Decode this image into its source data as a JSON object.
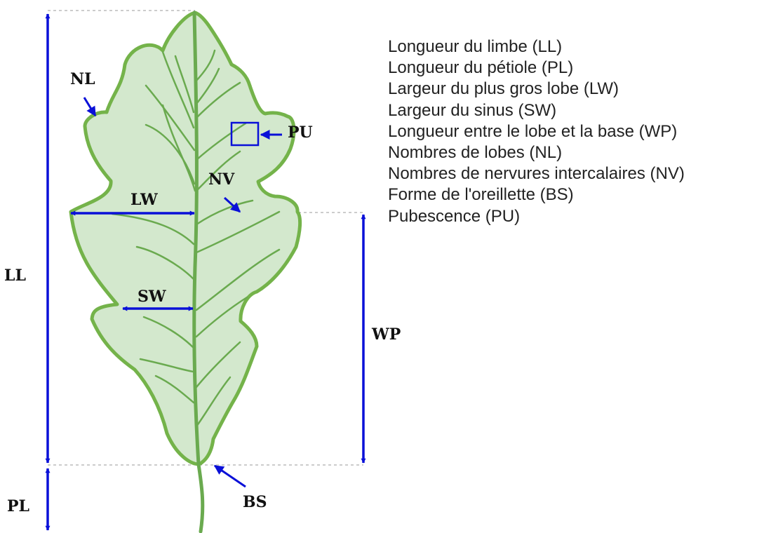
{
  "diagram": {
    "labels": {
      "ll": "LL",
      "pl": "PL",
      "nl": "NL",
      "lw": "LW",
      "sw": "SW",
      "nv": "NV",
      "pu": "PU",
      "wp": "WP",
      "bs": "BS"
    },
    "legend": [
      "Longueur du limbe (LL)",
      "Longueur du pétiole (PL)",
      "Largeur du plus gros lobe (LW)",
      "Largeur du sinus (SW)",
      "Longueur entre le lobe et la base (WP)",
      "Nombres de lobes (NL)",
      "Nombres de nervures intercalaires (NV)",
      "Forme de l'oreillette (BS)",
      "Pubescence (PU)"
    ],
    "colors": {
      "leaf_fill": "#d3e8cd",
      "leaf_outline": "#74b34a",
      "vein": "#6aaa4f",
      "measure_arrow": "#0a10d8",
      "guide_line": "#999999"
    },
    "icons": {
      "leaf": "oak-leaf-illustration",
      "pubescence_box": "square-marker"
    }
  }
}
